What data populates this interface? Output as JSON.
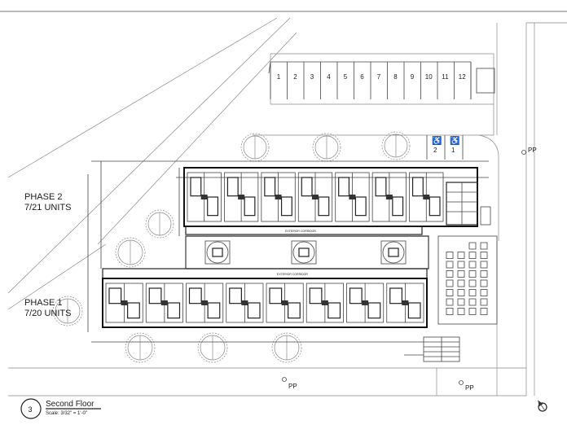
{
  "phase_labels": {
    "phase2_title": "PHASE 2",
    "phase2_units": "7/21 UNITS",
    "phase1_title": "PHASE 1",
    "phase1_units": "7/20 UNITS"
  },
  "parking_stalls": [
    "1",
    "2",
    "3",
    "4",
    "5",
    "6",
    "7",
    "8",
    "9",
    "10",
    "11",
    "12"
  ],
  "accessible_stalls": [
    "2",
    "1"
  ],
  "utility_poles": [
    "PP",
    "PP",
    "PP"
  ],
  "corridor_labels": [
    "EXTERIOR CORRIDOR",
    "EXTERIOR CORRIDOR"
  ],
  "title_block": {
    "number": "3",
    "title": "Second Floor",
    "scale": "Scale: 3/32\" = 1'-0\""
  },
  "icons": [
    "north-arrow-icon"
  ]
}
